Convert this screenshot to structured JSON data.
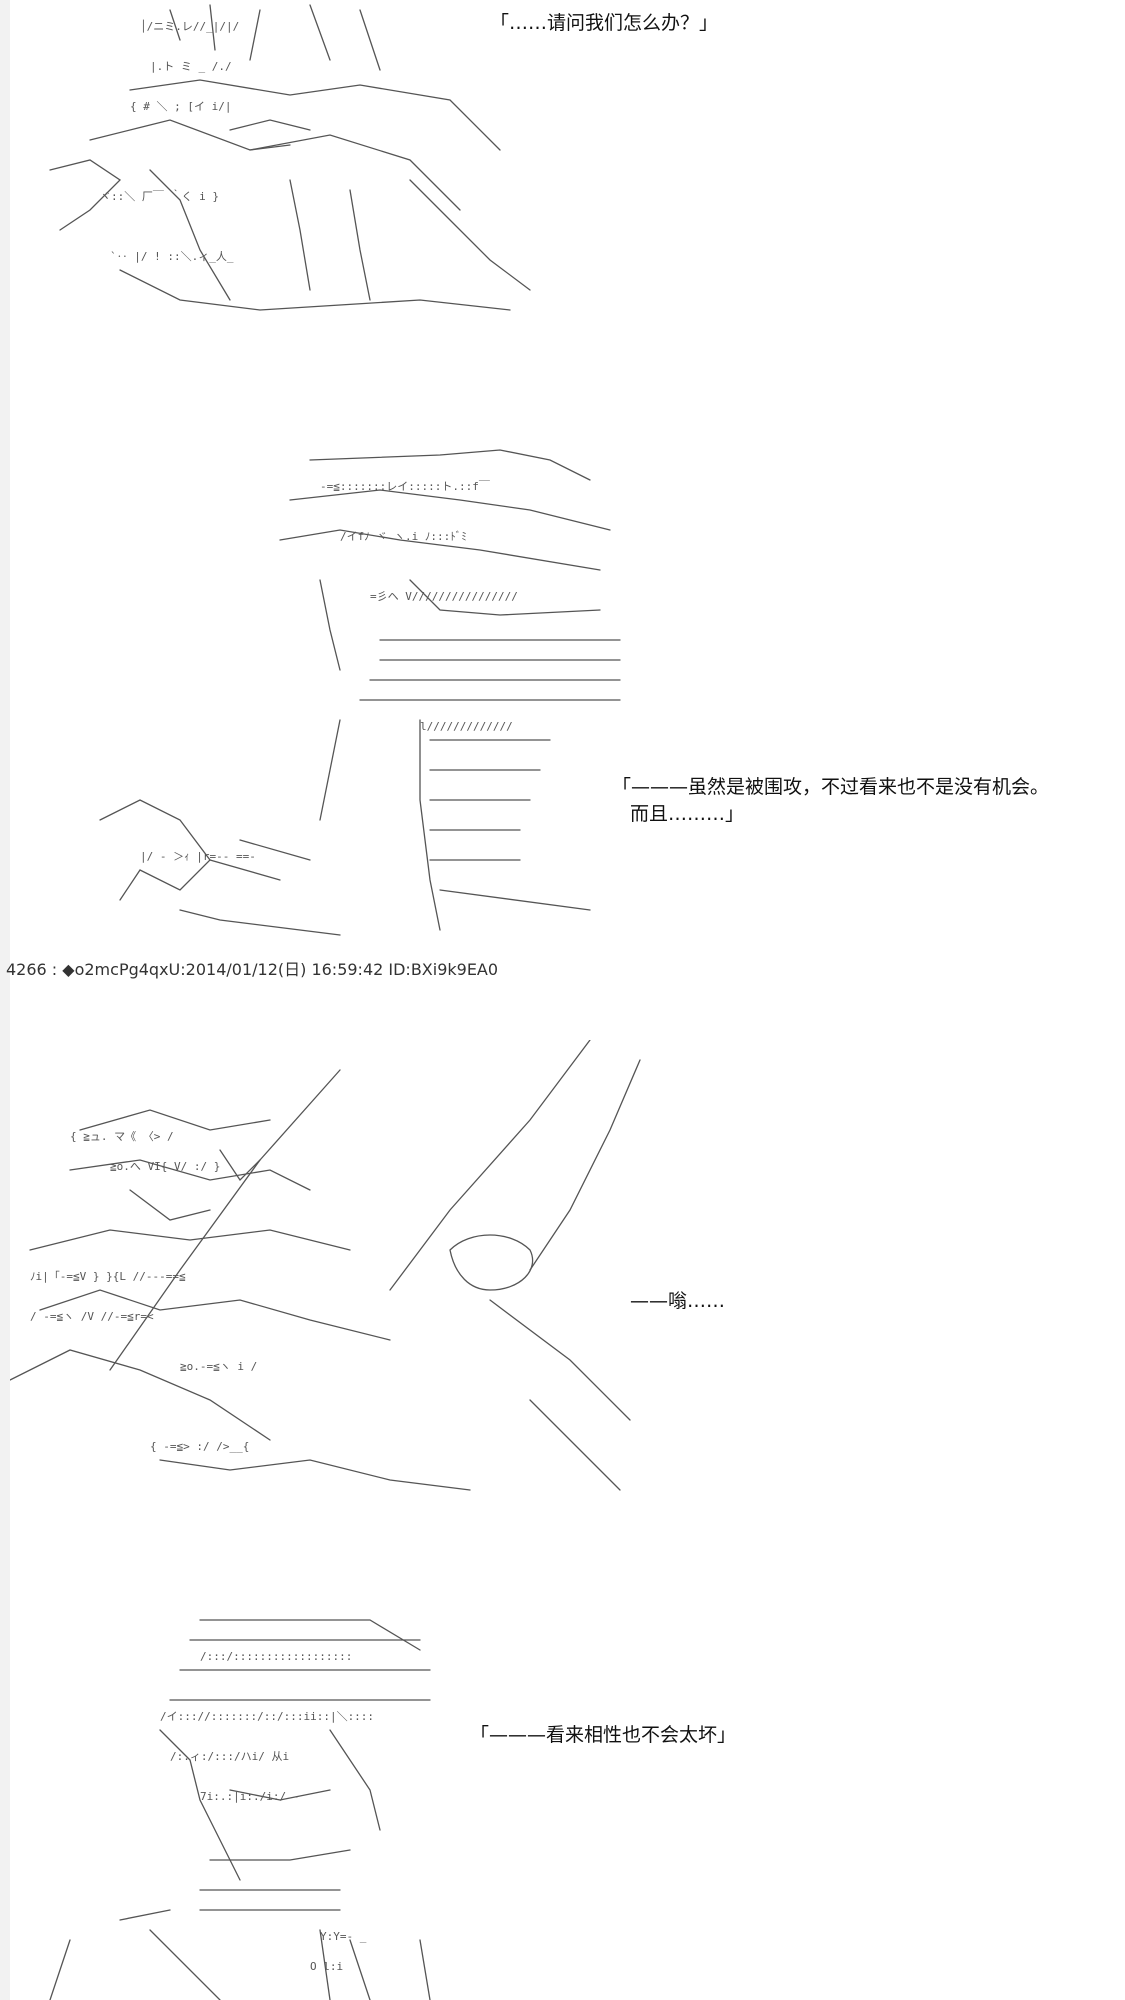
{
  "theme": {
    "background": "#ffffff",
    "text": "#111111",
    "art_stroke": "#555555",
    "left_strip": "#f2f2f2"
  },
  "panels": [
    {
      "id": "panel-1",
      "dialogue": "「……请问我们怎么办？」"
    },
    {
      "id": "panel-2",
      "dialogue_line_1": "「———虽然是被围攻，不过看来也不是没有机会。",
      "dialogue_line_2": "而且………」"
    },
    {
      "id": "panel-3",
      "dialogue": "——嗡……"
    },
    {
      "id": "panel-4",
      "dialogue": "「———看来相性也不会太坏」"
    }
  ],
  "post_header": "4266 : ◆o2mcPg4qxU:2014/01/12(日) 16:59:42 ID:BXi9k9EA0"
}
